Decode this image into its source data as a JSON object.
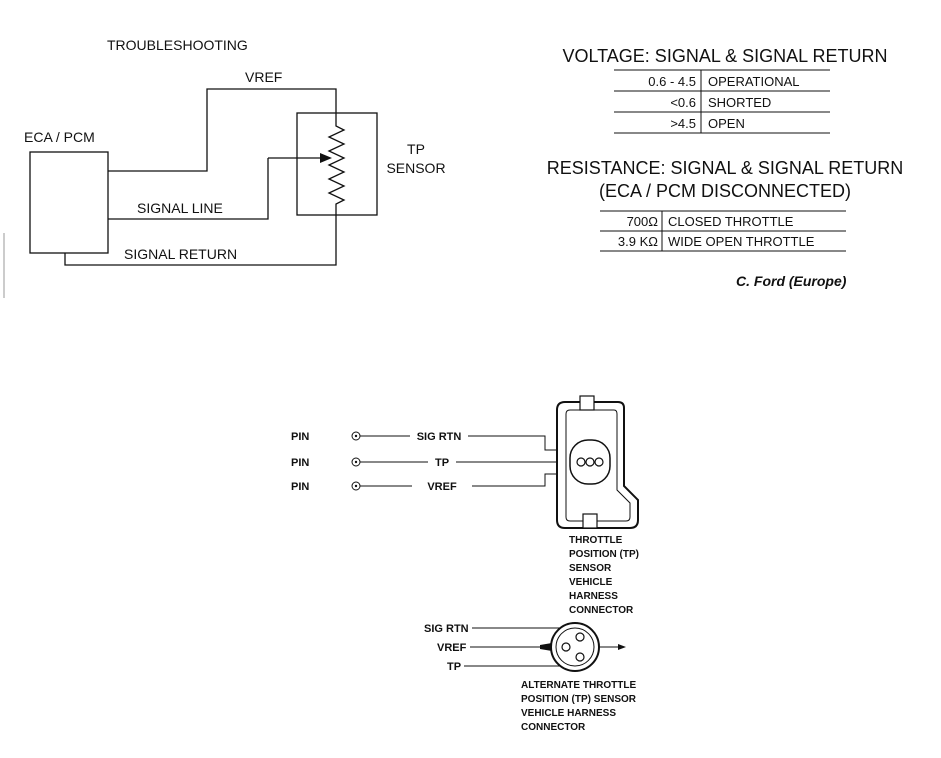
{
  "schematic": {
    "title": "TROUBLESHOOTING",
    "module": "ECA / PCM",
    "sensor_line1": "TP",
    "sensor_line2": "SENSOR",
    "wires": {
      "vref": "VREF",
      "signal": "SIGNAL LINE",
      "return": "SIGNAL RETURN"
    }
  },
  "voltage": {
    "heading": "VOLTAGE: SIGNAL & SIGNAL RETURN",
    "rows": [
      {
        "value": "0.6 - 4.5",
        "state": "OPERATIONAL"
      },
      {
        "value": "<0.6",
        "state": "SHORTED"
      },
      {
        "value": ">4.5",
        "state": "OPEN"
      }
    ]
  },
  "resistance": {
    "heading_line1": "RESISTANCE: SIGNAL & SIGNAL RETURN",
    "heading_line2": "(ECA / PCM DISCONNECTED)",
    "rows": [
      {
        "value": "700Ω",
        "state": "CLOSED THROTTLE"
      },
      {
        "value": "3.9 KΩ",
        "state": "WIDE OPEN THROTTLE"
      }
    ]
  },
  "credit": "C. Ford (Europe)",
  "connector": {
    "pins": [
      {
        "pin_label": "PIN",
        "signal": "SIG RTN"
      },
      {
        "pin_label": "PIN",
        "signal": "TP"
      },
      {
        "pin_label": "PIN",
        "signal": "VREF"
      }
    ],
    "caption": [
      "THROTTLE",
      "POSITION (TP)",
      "SENSOR",
      "VEHICLE",
      "HARNESS",
      "CONNECTOR"
    ]
  },
  "alt_connector": {
    "wires": [
      "SIG RTN",
      "VREF",
      "TP"
    ],
    "caption": [
      "ALTERNATE THROTTLE",
      "POSITION (TP) SENSOR",
      "VEHICLE HARNESS",
      "CONNECTOR"
    ]
  }
}
